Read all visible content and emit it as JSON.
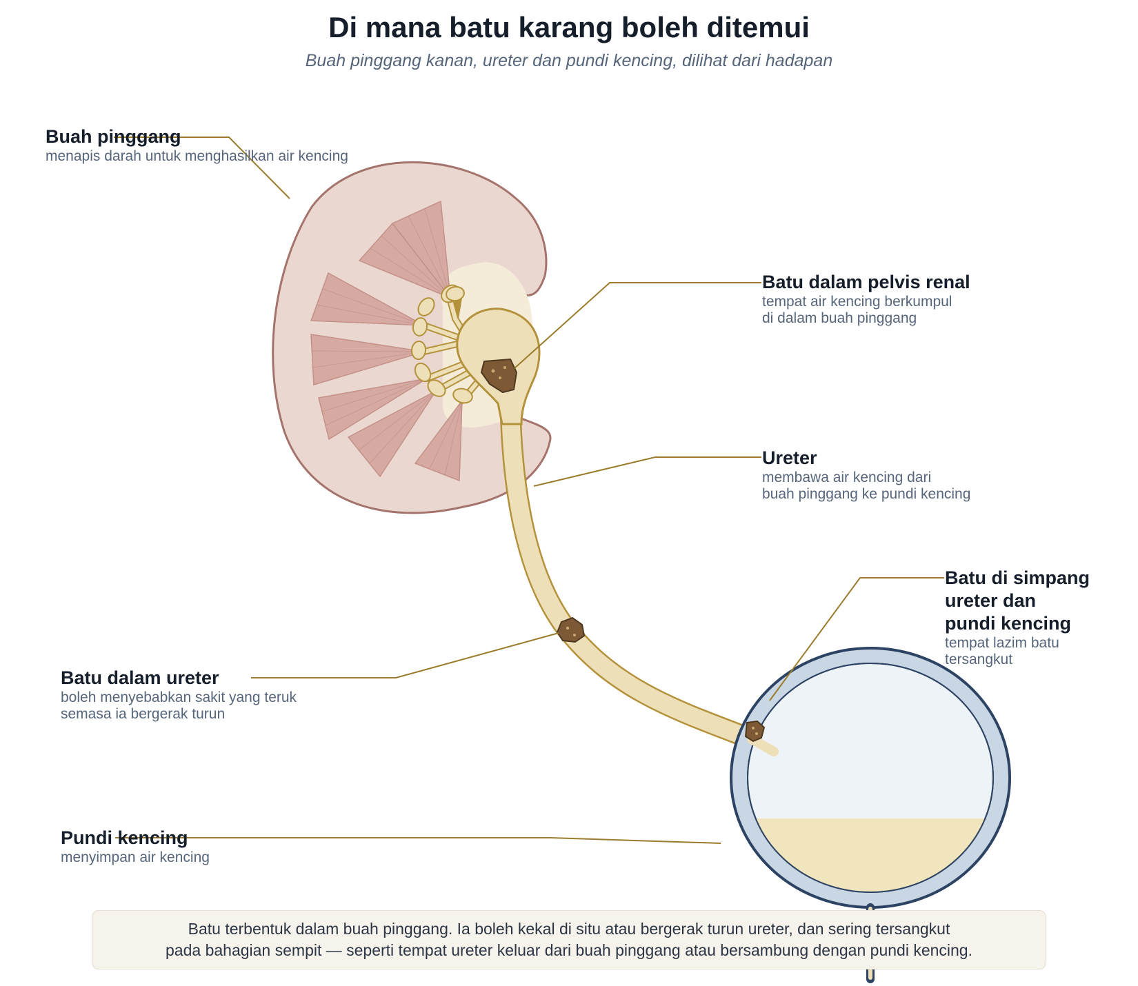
{
  "title": "Di mana batu karang boleh ditemui",
  "subtitle": "Buah pinggang kanan, ureter dan pundi kencing, dilihat dari hadapan",
  "labels": {
    "kidney": {
      "title": "Buah pinggang",
      "desc": "menapis darah untuk menghasilkan air kencing"
    },
    "pelvis_stone": {
      "title": "Batu dalam pelvis renal",
      "desc": "tempat air kencing berkumpul\ndi dalam buah pinggang"
    },
    "ureter": {
      "title": "Ureter",
      "desc": "membawa air kencing dari\nbuah pinggang ke pundi kencing"
    },
    "uvj_stone": {
      "title": "Batu di simpang\nureter dan\npundi kencing",
      "desc": "tempat lazim batu\ntersangkut"
    },
    "ureter_stone": {
      "title": "Batu dalam ureter",
      "desc": "boleh menyebabkan sakit yang teruk\nsemasa ia bergerak turun"
    },
    "bladder": {
      "title": "Pundi kencing",
      "desc": "menyimpan air kencing"
    }
  },
  "caption": "Batu terbentuk dalam buah pinggang. Ia boleh kekal di situ atau bergerak turun ureter, dan sering tersangkut\npada bahagian sempit — seperti tempat ureter keluar dari buah pinggang atau bersambung dengan pundi kencing.",
  "colors": {
    "kidney_fill": "#ead7d0",
    "kidney_outline": "#a4736c",
    "pyramid": "#d6aaa3",
    "ureter_fill": "#ede0b8",
    "ureter_outline": "#b4923c",
    "stone": "#7d5a35",
    "bladder_wall": "#c9d6e3",
    "bladder_outline": "#2d4363",
    "bladder_inner": "#eef3f8",
    "urine": "#f0e5bc",
    "leader": "#9b7c2c"
  }
}
